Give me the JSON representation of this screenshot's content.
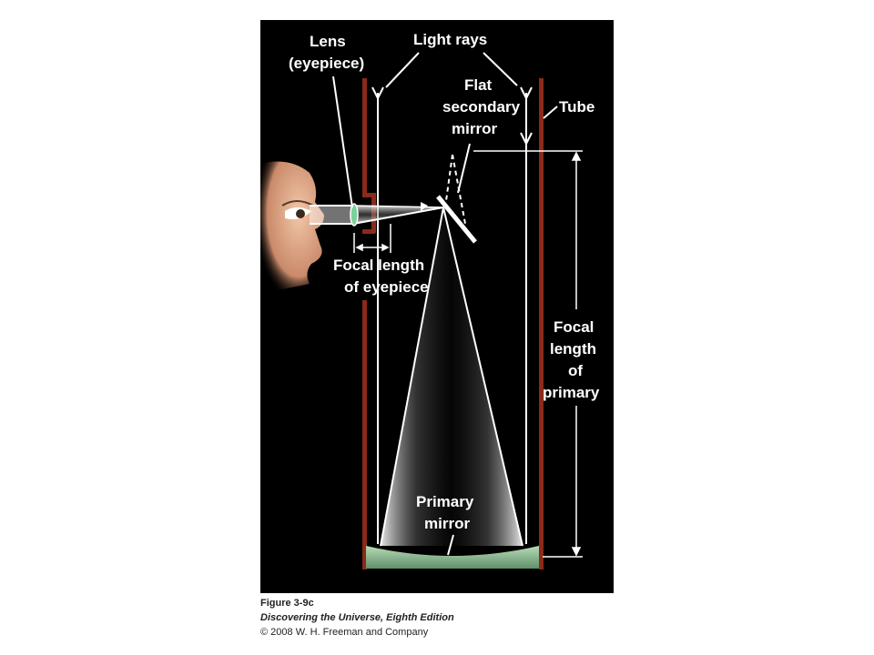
{
  "labels": {
    "lens_line1": "Lens",
    "lens_line2": "(eyepiece)",
    "light_rays": "Light rays",
    "flat_line1": "Flat",
    "flat_line2": "secondary",
    "flat_line3": "mirror",
    "tube": "Tube",
    "focal_eye_line1": "Focal length",
    "focal_eye_line2": "of eyepiece",
    "focal_primary_line1": "Focal",
    "focal_primary_line2": "length",
    "focal_primary_line3": "of",
    "focal_primary_line4": "primary",
    "primary_line1": "Primary",
    "primary_line2": "mirror"
  },
  "caption": {
    "figure": "Figure 3-9c",
    "book": "Discovering the Universe, Eighth Edition",
    "copyright": "© 2008 W. H. Freeman and Company"
  },
  "colors": {
    "tube": "#8b2a1a",
    "mirror": "#8fbf8f",
    "light": "#ffffff",
    "background": "#000000"
  }
}
